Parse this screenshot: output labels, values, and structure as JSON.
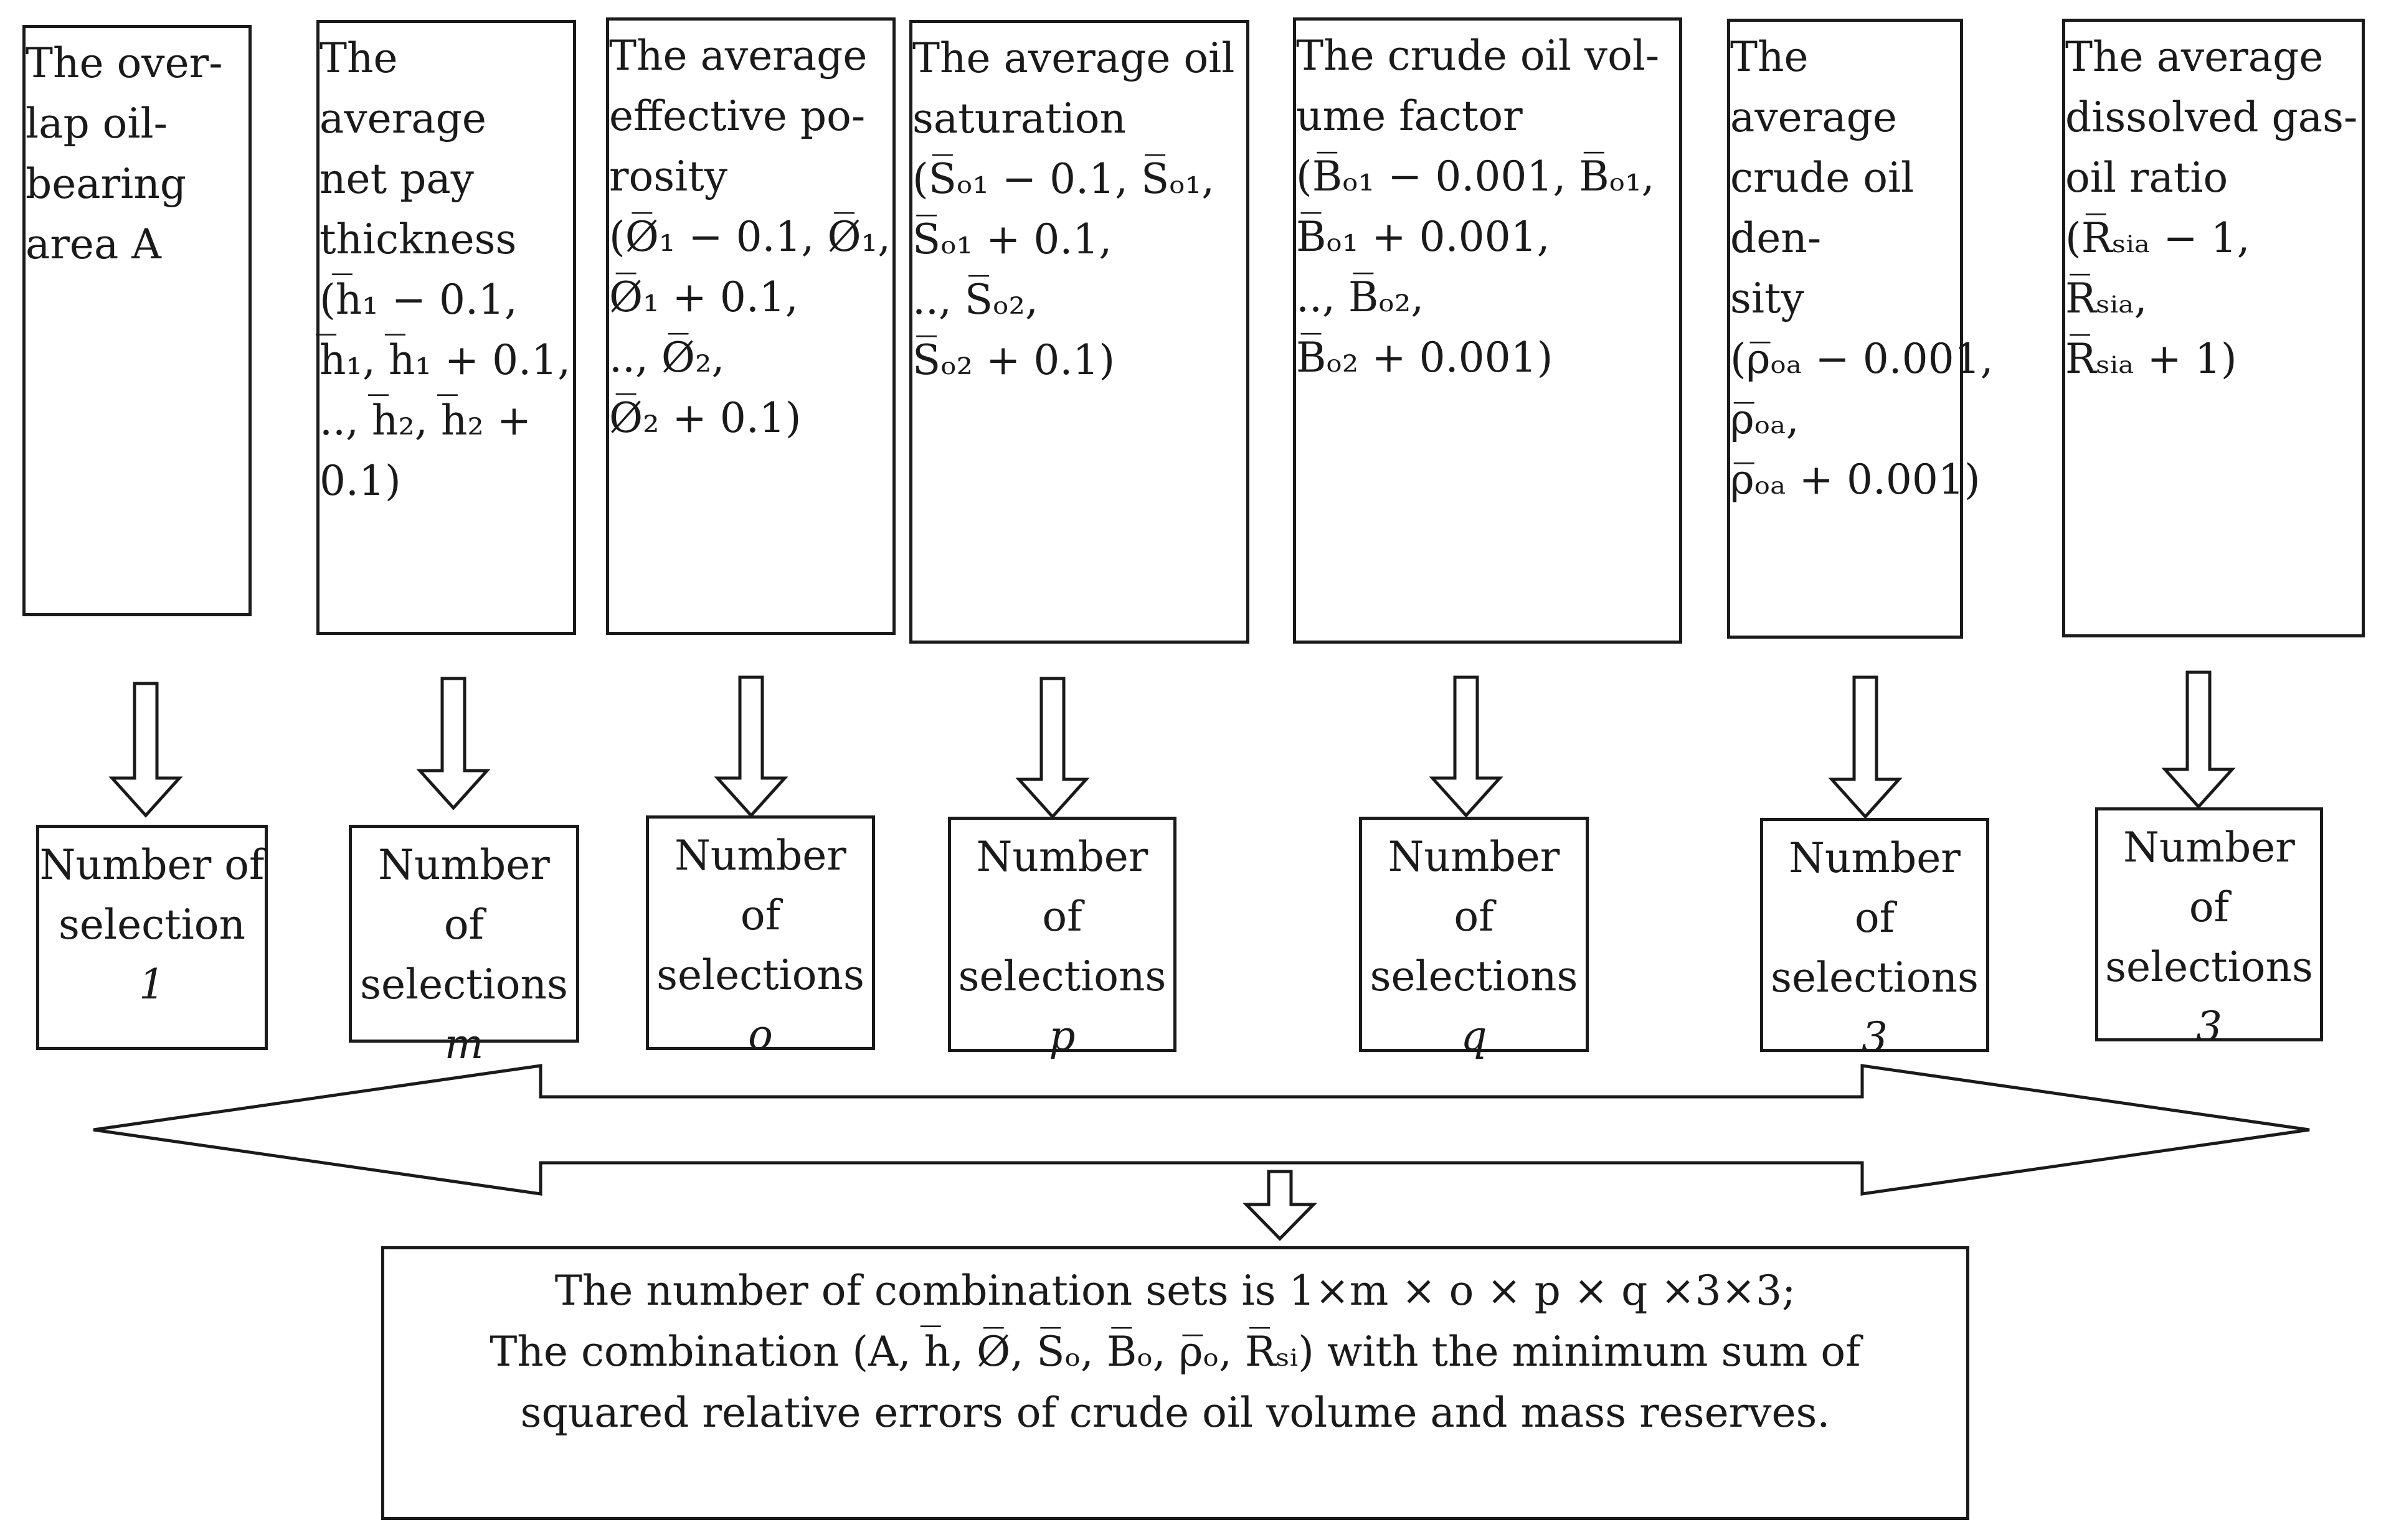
{
  "parameters": [
    {
      "title_lines": [
        "The over-",
        "lap oil-",
        "bearing",
        "area  A"
      ],
      "range_lines": [],
      "selection": [
        "Number of",
        "selection"
      ],
      "variable": "1"
    },
    {
      "title_lines": [
        "The average",
        "net pay",
        "thickness"
      ],
      "range_lines": [
        "(h̅₁ − 0.1,",
        "h̅₁,  h̅₁ + 0.1,",
        "..,  h̅₂,  h̅₂ +",
        "0.1)"
      ],
      "selection": [
        "Number of",
        "selections"
      ],
      "variable": "m"
    },
    {
      "title_lines": [
        "The average",
        "effective po-",
        "rosity"
      ],
      "range_lines": [
        "(Ø̅₁ − 0.1,  Ø̅₁,",
        "Ø̅₁ + 0.1,",
        "..,  Ø̅₂,",
        "  Ø̅₂ + 0.1)"
      ],
      "selection": [
        "Number of",
        "selections"
      ],
      "variable": "o"
    },
    {
      "title_lines": [
        "The average oil",
        "saturation"
      ],
      "range_lines": [
        "(S̅ₒ₁ − 0.1,  S̅ₒ₁,",
        "S̅ₒ₁ + 0.1,",
        "..,  S̅ₒ₂,",
        "  S̅ₒ₂ + 0.1)"
      ],
      "selection": [
        "Number of",
        "selections"
      ],
      "variable": "p"
    },
    {
      "title_lines": [
        "The crude oil vol-",
        "ume factor"
      ],
      "range_lines": [
        "(B̅ₒ₁ − 0.001,  B̅ₒ₁,",
        "B̅ₒ₁ + 0.001,",
        "..,  B̅ₒ₂,",
        "  B̅ₒ₂ + 0.001)"
      ],
      "selection": [
        "Number of",
        "selections"
      ],
      "variable": "q"
    },
    {
      "title_lines": [
        "The average",
        "crude oil den-",
        "sity"
      ],
      "range_lines": [
        "   (ρ̅ₒₐ − 0.001,",
        "ρ̅ₒₐ,",
        "ρ̅ₒₐ + 0.001)"
      ],
      "selection": [
        "Number of",
        "selections"
      ],
      "variable": "3"
    },
    {
      "title_lines": [
        "The average",
        "dissolved gas-",
        "oil ratio"
      ],
      "range_lines": [
        "(R̅ₛᵢₐ − 1,",
        "R̅ₛᵢₐ,",
        "R̅ₛᵢₐ + 1)"
      ],
      "selection": [
        "Number of",
        "selections"
      ],
      "variable": "3"
    }
  ],
  "result": {
    "line1": "The number of combination sets is 1×m × o × p × q ×3×3;",
    "line2": "The combination (A,  h̅,  Ø̅,  S̅ₒ,  B̅ₒ,  ρ̅ₒ,  R̅ₛᵢ) with the minimum sum of",
    "line3": "squared relative errors of crude oil volume and mass reserves."
  }
}
